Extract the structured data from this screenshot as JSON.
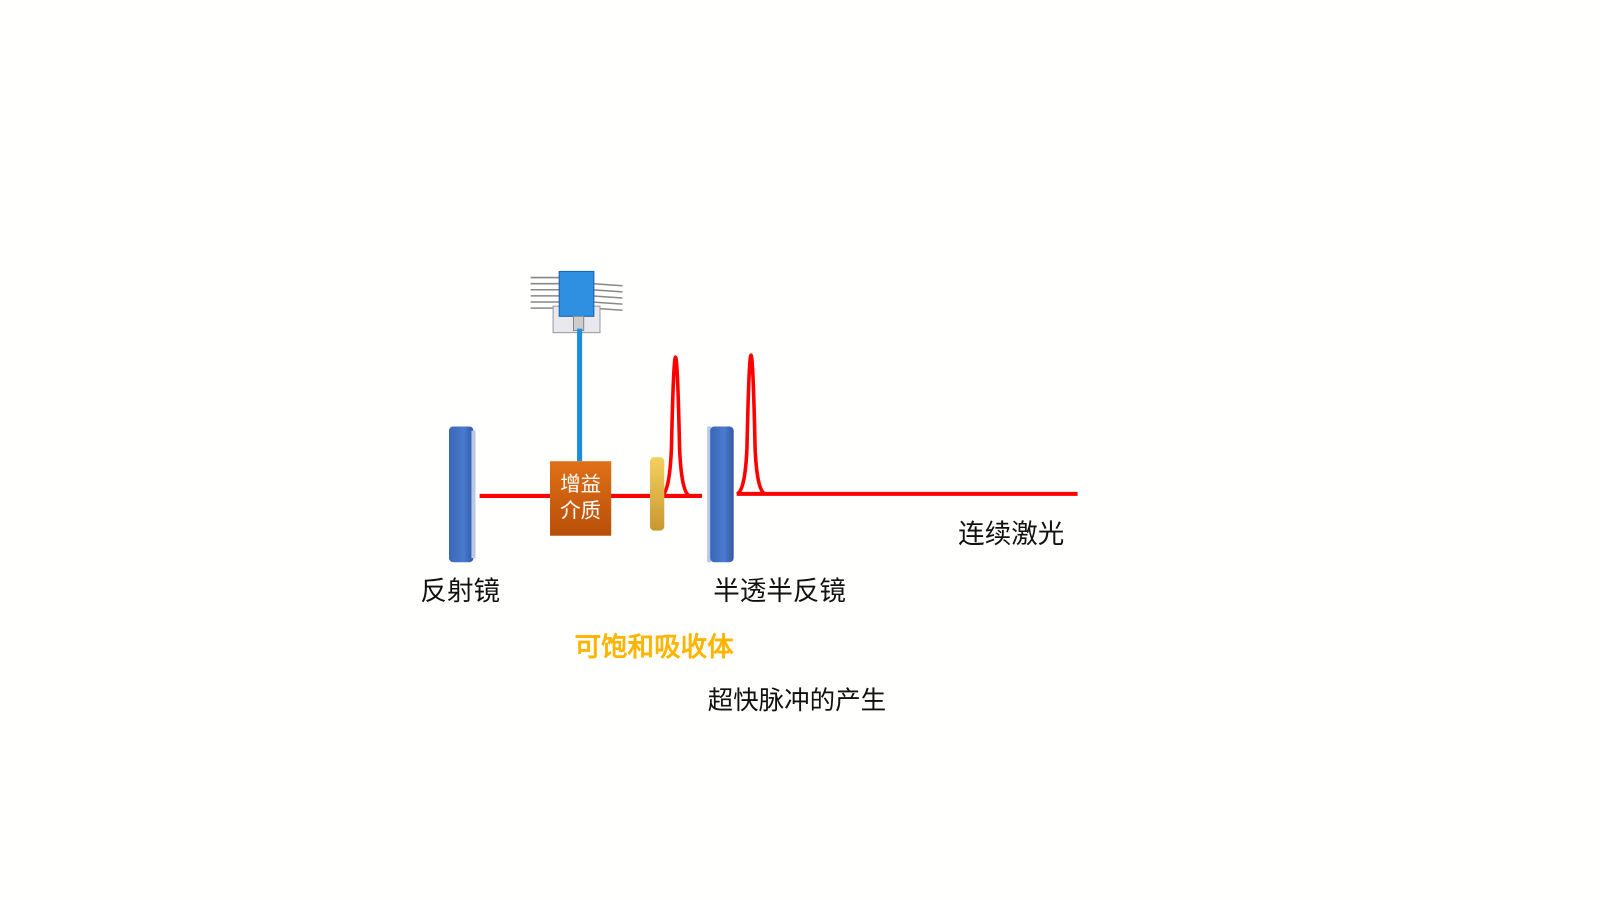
{
  "labels": {
    "gain_medium_line1": "增益",
    "gain_medium_line2": "介质",
    "reflector": "反射镜",
    "output_coupler": "半透半反镜",
    "saturable_absorber": "可饱和吸收体",
    "continuous_laser": "连续激光",
    "caption": "超快脉冲的产生"
  },
  "colors": {
    "beam": "#ff0000",
    "mirror": "#3f6fc0",
    "gain_medium": "#d0620f",
    "absorber": "#e6b83c",
    "fiber": "#1a8fe0",
    "pump_diode": "#2f8fe0",
    "absorber_label": "#ffb400"
  }
}
